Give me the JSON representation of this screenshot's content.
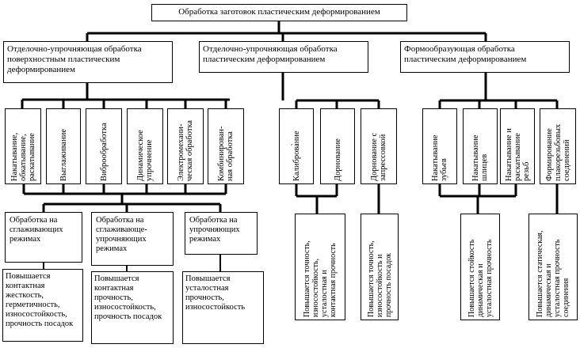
{
  "root": {
    "label": "Обработка заготовок пластическим деформированием"
  },
  "categories": [
    {
      "id": "surface",
      "label": "Отделочно-упрочняющая обработка поверхностным пластическим деформированием"
    },
    {
      "id": "plastic",
      "label": "Отделочно-упрочняющая обработка пластическим деформированием"
    },
    {
      "id": "forming",
      "label": "Формообразующая обработка пластическим деформированием"
    }
  ],
  "methods": [
    {
      "id": "m1",
      "lines": [
        "Накатывание,",
        "обкатывание,",
        "раскатывание"
      ]
    },
    {
      "id": "m2",
      "lines": [
        "Выглаживание"
      ]
    },
    {
      "id": "m3",
      "lines": [
        "Виброобработка"
      ]
    },
    {
      "id": "m4",
      "lines": [
        "Динамическое",
        "упрочнение"
      ]
    },
    {
      "id": "m5",
      "lines": [
        "Электромехани-",
        "ческая обработка"
      ]
    },
    {
      "id": "m6",
      "lines": [
        "Комбинирован-",
        "ная обработка"
      ]
    },
    {
      "id": "m7",
      "lines": [
        "Калиброва̀ние"
      ]
    },
    {
      "id": "m8",
      "lines": [
        "Дорнование"
      ]
    },
    {
      "id": "m9",
      "lines": [
        "Дорнование с",
        "запрессовкой"
      ]
    },
    {
      "id": "m10",
      "lines": [
        "Накатывание",
        "зубьев"
      ]
    },
    {
      "id": "m11",
      "lines": [
        "Накатывание",
        "шлицев"
      ]
    },
    {
      "id": "m12",
      "lines": [
        "Накатывание и",
        "раскатывание",
        "резьб"
      ]
    },
    {
      "id": "m13",
      "lines": [
        "Формирование",
        "плакорезьбовых",
        "соединений"
      ]
    }
  ],
  "modes": [
    {
      "id": "mode1",
      "label": "Обработка на сглаживающих режимах"
    },
    {
      "id": "mode2",
      "label": "Обработка на сглаживающе-упрочняющих режимах"
    },
    {
      "id": "mode3",
      "label": "Обработка на упрочняющих режимах"
    }
  ],
  "results": [
    {
      "id": "r1",
      "label": "Повышается контактная жесткость, герметичность, износостойкость, прочность посадок"
    },
    {
      "id": "r2",
      "label": "Повышается контактная прочность, износостойкость, прочность посадок"
    },
    {
      "id": "r3",
      "label": "Повышается усталостная прочность, износостойкость"
    }
  ],
  "vresults": [
    {
      "id": "vr1",
      "lines": [
        "Повышается точность,",
        "износостойкость,",
        "усталостная и",
        "контактная прочность"
      ]
    },
    {
      "id": "vr2",
      "lines": [
        "Повышается точность,",
        "износостойкость и",
        "прочность посадок"
      ]
    },
    {
      "id": "vr3",
      "lines": [
        "Повышается стойкость",
        "динамическая и",
        "усталостная прочность"
      ]
    },
    {
      "id": "vr4",
      "lines": [
        "Повышается статическая,",
        "динамическая и",
        "усталостная прочность",
        "соединения"
      ]
    }
  ]
}
